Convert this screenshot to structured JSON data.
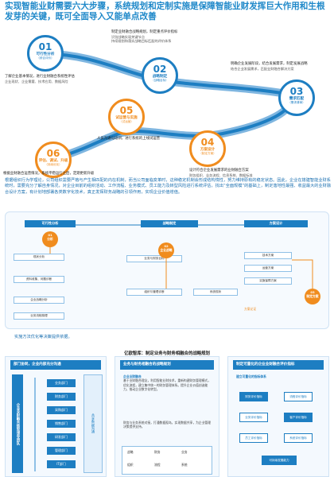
{
  "title": "实现智能业财需要六大步骤，系统规划和定制实施是保障智能业财发挥巨大作用和生根发芽的关键，既可全面导入又能单点改善",
  "roadmap": {
    "steps": [
      {
        "num": "01",
        "name": "可行性分析",
        "sub": "（综合评价）"
      },
      {
        "num": "02",
        "name": "战略制定",
        "sub": "（战略目标）"
      },
      {
        "num": "03",
        "name": "需求匹配",
        "sub": "（需求清单）"
      },
      {
        "num": "04",
        "name": "方案设计",
        "sub": "（制定方案）"
      },
      {
        "num": "05",
        "name": "试运营与实施",
        "sub": "（试运营）"
      },
      {
        "num": "06",
        "name": "评估、调试、升级",
        "sub": "（持续优化）"
      }
    ],
    "notes": {
      "n1": {
        "head": "了解企业基本情况，进行业财融合系统性评估",
        "items": [
          "企业现状、企业需要、技术应用、数据风险"
        ]
      },
      "n2": {
        "head": "制定业财融合战略规划，制定重点评价指标",
        "items": [
          "识别战略实现关键节点",
          "持续规划和落实战略目标匹配的评价体系"
        ]
      },
      "n3": {
        "head": "明确企业发展阶段，结合发展需求，制定发展战略",
        "items": [
          "结合企业发展需求，匹配业财融合解决方案"
        ]
      },
      "n4": {
        "head": "设计符合企业发展需求的业财融合方案",
        "items": [
          "财务组织、业务流程、信息系统、数据标准"
        ]
      },
      "n5": {
        "head": "人员沟通与培训，进行系统的上线试运营",
        "items": []
      },
      "n6": {
        "head": "根据业财融合运营情况，系统平稳运行之后，定期更新升级",
        "items": []
      }
    }
  },
  "summary": [
    "根据组织行为学理论，公司组织需要严格与产生相匹配的内在机制，而当公司面临变革时，这种稳定机制会形成结构惰性，努力维持原有的稳定状态。因此，企业在搭建智能业财系统时，需要充分了解自身情况，对企业目前的组织活动、工作流程、业务模式、员工能力及转型风险进行系统评估，找出“全面规模”的基础上，制定落地性最强、收益最大的业财融合设计方案，有计划地部署各类数字化技术，真正发挥财务战略的引领作用，实现企业价值增值。"
  ],
  "flow": {
    "header_left": "可行性分析",
    "header_mid": "战略制定",
    "header_right": "方案设计",
    "items_left": [
      "现状分析",
      "资料收集、问题诊断",
      "企业战略分析",
      "业务流程梳理"
    ],
    "items_mid": [
      "业务与财务目标",
      "组织与管理诊断",
      "系统现状"
    ],
    "items_right": [
      "技术方案",
      "运营方案",
      "实施保障方案"
    ],
    "circle1": "01\n分析",
    "circle2": "02\n企业战略",
    "circle3": "03\n制定方案",
    "note": "方案论证"
  },
  "caption": "实施方法优化等决策提供依据。",
  "bottom": {
    "subtitle": "亿欧智库：制定业务与财务相融合的战略规划",
    "p1": {
      "head": "部门协同，企业内部充分沟通",
      "vlabel": "企业业财融合转型领导团队",
      "depts": [
        "业务部门",
        "财务部门",
        "采购部门",
        "销售部门",
        "研发部门",
        "管理部门",
        "IT部门"
      ],
      "right": "共享数据沟通"
    },
    "p2": {
      "head": "业务与财务相融合的战略规划",
      "lead": "企业业财融合",
      "text": "基于业财融合理念，利用智能业财技术，重新构建财务管理模式，优化流程，建立集中统一的财务管理体系。提升企业价值创造能力，推动企业数字化转型。",
      "text2": "财务与业务系统对接，打通数据孤岛，实现数据共享，为企业管理决策提供支持。",
      "table": [
        "战略",
        "财务",
        "业务",
        "组织",
        "流程",
        "系统"
      ]
    },
    "p3": {
      "head": "制定可量化的企业业财融合评价指标",
      "sub": "建立可量化的指标体系",
      "boxes": [
        "财务评价指标",
        "流程评价指标",
        "业务评价指标",
        "客户评价指标",
        "员工评价指标",
        "系统评价指标",
        "可持续发展能力"
      ]
    }
  }
}
